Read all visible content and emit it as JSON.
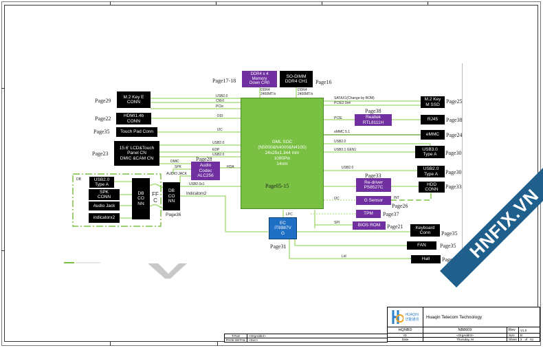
{
  "soc": {
    "lines": [
      "GML  SOC",
      "(N5000&N4000&N4100)",
      "24x25x1.344 mm",
      "1090Pin",
      "14nm"
    ],
    "page": "Page05-15"
  },
  "memory": {
    "onboard": {
      "label": "DDR4 x 4\nMemory\nDown CH0",
      "page": "Page17-18",
      "bus": "DDR4\n2400MT/s"
    },
    "sodimm": {
      "label": "SO-DIMM\nDDR4 CH1",
      "page": "Page16",
      "bus": "DDR4\n2400MT/s"
    }
  },
  "left_blocks": [
    {
      "label": "M.2 Key E\nCONN",
      "page": "Page29",
      "signals": [
        "USB2.0",
        "CNVI",
        "PCIe"
      ]
    },
    {
      "label": "HDMI1.4b\nCONN",
      "page": "Page22",
      "signals": [
        "DDI"
      ]
    },
    {
      "label": "Touch Pad Conn",
      "page": "Page35",
      "signals": [
        "I2C"
      ]
    },
    {
      "label": "15.6' LCD&Touch\nPanel CN\nDMIC  &CAM CN",
      "page": "Page23",
      "signals": [
        "USB2.0",
        "EDP",
        "USB2.0"
      ]
    }
  ],
  "audio": {
    "label": "Audio\nCodec\nALC256",
    "page": "Page28",
    "signals": [
      "DMIC",
      "SPK",
      "AUDIO JACK",
      "HDA"
    ]
  },
  "db_board": {
    "title": "DB",
    "items": [
      "USB2.0\nType A",
      "SPK\nCONN",
      "Audio Jack",
      "indicatorx2"
    ],
    "db_conn_left": "DB\nCO\nNN",
    "ffc": "FF\nC",
    "db_conn_right": "DB\nCO\nNN",
    "page": "Page36",
    "signals": [
      "USB2.0x1",
      "Indicatorx2"
    ]
  },
  "right_blocks": [
    {
      "label": "M.2 Key\nM SSD",
      "page": "Page25",
      "signals": [
        "SATAX1(Change by BOM)",
        "PCIE2.0x4"
      ]
    },
    {
      "label": "RJ45",
      "page": "Page38",
      "signals": [
        "PCIE"
      ],
      "bridge": {
        "label": "Realtek\nRTL8111H",
        "page": "Page38"
      }
    },
    {
      "label": "eMMC",
      "page": "Page24",
      "signals": [
        "eMMC 5.1"
      ]
    },
    {
      "label": "USB3.0\nType A",
      "page": "Page30",
      "signals": [
        "USB2.0",
        "USB3.1 GEN1"
      ]
    },
    {
      "label": "USB2.0\nType A",
      "page": "Page30",
      "signals": [
        "USB2.0"
      ]
    },
    {
      "label": "HDD\nCONN",
      "page": "Page33",
      "bridge": {
        "label": "Re-driver\nPS8527C",
        "page": "Page33"
      }
    }
  ],
  "sensors": {
    "gsensor": {
      "label": "G Sensor",
      "page": "Page26",
      "signals": [
        "I2C",
        "INT"
      ]
    },
    "tpm": {
      "label": "TPM",
      "page": "Page37"
    },
    "bios": {
      "label": "BIOS ROM",
      "page": "Page21",
      "signals": [
        "SPI"
      ]
    }
  },
  "ec": {
    "label": "EC\nIT8987V\nG",
    "page": "Page31",
    "bus": "LPC",
    "peripherals": [
      {
        "label": "Keyboard\nConn",
        "page": "Page35"
      },
      {
        "label": "FAN",
        "page": "Page35"
      },
      {
        "label": "Hall",
        "page": "Page26",
        "signal": "Lid"
      }
    ]
  },
  "title_block": {
    "company": "Huaqin Telecom Technology",
    "logo_text": "HUAQIN",
    "logo_cn": "华勤通讯",
    "dept": "HQNBD",
    "project": "NB8609",
    "rev_label": "Rev",
    "rev": "V1.0",
    "id_label": "ID",
    "id_value": "<OrgAddr3>",
    "size_label": "Size",
    "size": "B",
    "date_label": "Date",
    "date_value": "Thursday, M",
    "sheet_label": "Sheet",
    "sheet": "2",
    "of_label": "of",
    "sheet_total": "51",
    "title_label": "TITLE",
    "title_value": "<OrgAddr4>",
    "page_detail_label": "PAGE DETAIL",
    "page_detail_value": "<Doc>"
  },
  "watermark": {
    "text": "HNFIX.VN"
  },
  "colors": {
    "wire": "#9fd86b",
    "soc": "#7ac143",
    "purple": "#7030a0",
    "ec": "#1f6fc5",
    "watermark": "#1f5f8b"
  }
}
